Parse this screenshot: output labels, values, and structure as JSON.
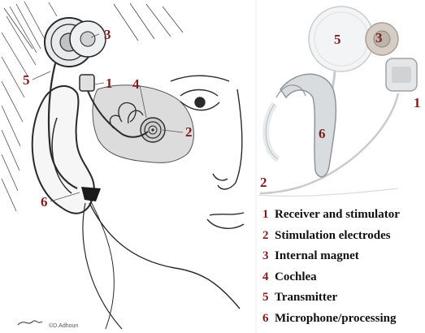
{
  "colors": {
    "label_number": "#7a1e1e",
    "label_text": "#111111",
    "sketch_line": "#2a2a2a",
    "implant_fill": "#cfd3d6",
    "cochlea_fill": "#c9c9c9"
  },
  "left_figure": {
    "labels": [
      "3",
      "5",
      "1",
      "4",
      "2",
      "6"
    ],
    "credit": "©D.Adhoun"
  },
  "right_figure": {
    "labels": [
      "5",
      "3",
      "1",
      "6",
      "2"
    ]
  },
  "legend": [
    {
      "num": "1",
      "text": "Receiver and stimulator"
    },
    {
      "num": "2",
      "text": "Stimulation electrodes"
    },
    {
      "num": "3",
      "text": "Internal magnet"
    },
    {
      "num": "4",
      "text": "Cochlea"
    },
    {
      "num": "5",
      "text": "Transmitter"
    },
    {
      "num": "6",
      "text": "Microphone/processing"
    }
  ]
}
